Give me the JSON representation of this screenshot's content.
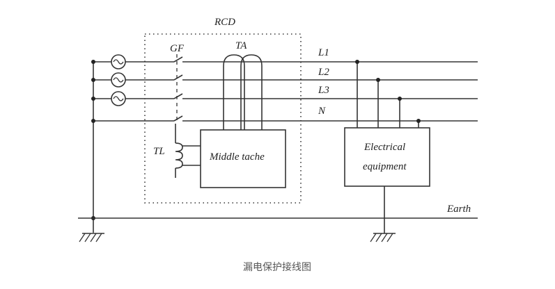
{
  "diagram": {
    "rcd_label": "RCD",
    "gf_label": "GF",
    "ta_label": "TA",
    "tl_label": "TL",
    "lines": [
      "L1",
      "L2",
      "L3",
      "N"
    ],
    "earth_label": "Earth",
    "middle_box_label": "Middle tache",
    "equipment_line1": "Electrical",
    "equipment_line2": "equipment",
    "caption": "漏电保护接线图"
  }
}
